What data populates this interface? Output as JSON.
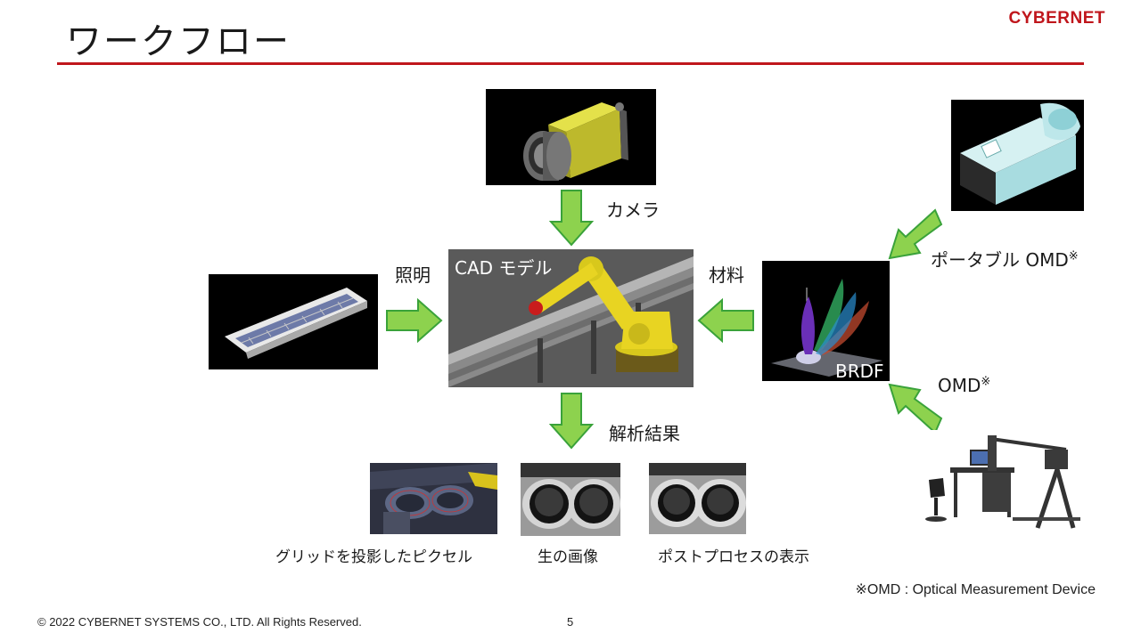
{
  "header": {
    "title": "ワークフロー",
    "logo_text": "CYBERNET",
    "accent_color": "#c0161c"
  },
  "diagram": {
    "camera_label": "カメラ",
    "lighting_label": "照明",
    "material_label": "材料",
    "cad_model_label": "CAD モデル",
    "brdf_label": "BRDF",
    "portable_omd_label": "ポータブル OMD",
    "omd_label": "OMD",
    "note_mark": "※",
    "analysis_label": "解析結果",
    "results": [
      {
        "caption": "グリッドを投影したピクセル"
      },
      {
        "caption": "生の画像"
      },
      {
        "caption": "ポストプロセスの表示"
      }
    ],
    "arrow_color": "#8dd24e",
    "arrow_outline": "#3aa23a"
  },
  "footnote": "※OMD : Optical Measurement Device",
  "footer": {
    "copyright": "© 2022 CYBERNET SYSTEMS CO., LTD. All Rights Reserved.",
    "page_number": "5"
  }
}
